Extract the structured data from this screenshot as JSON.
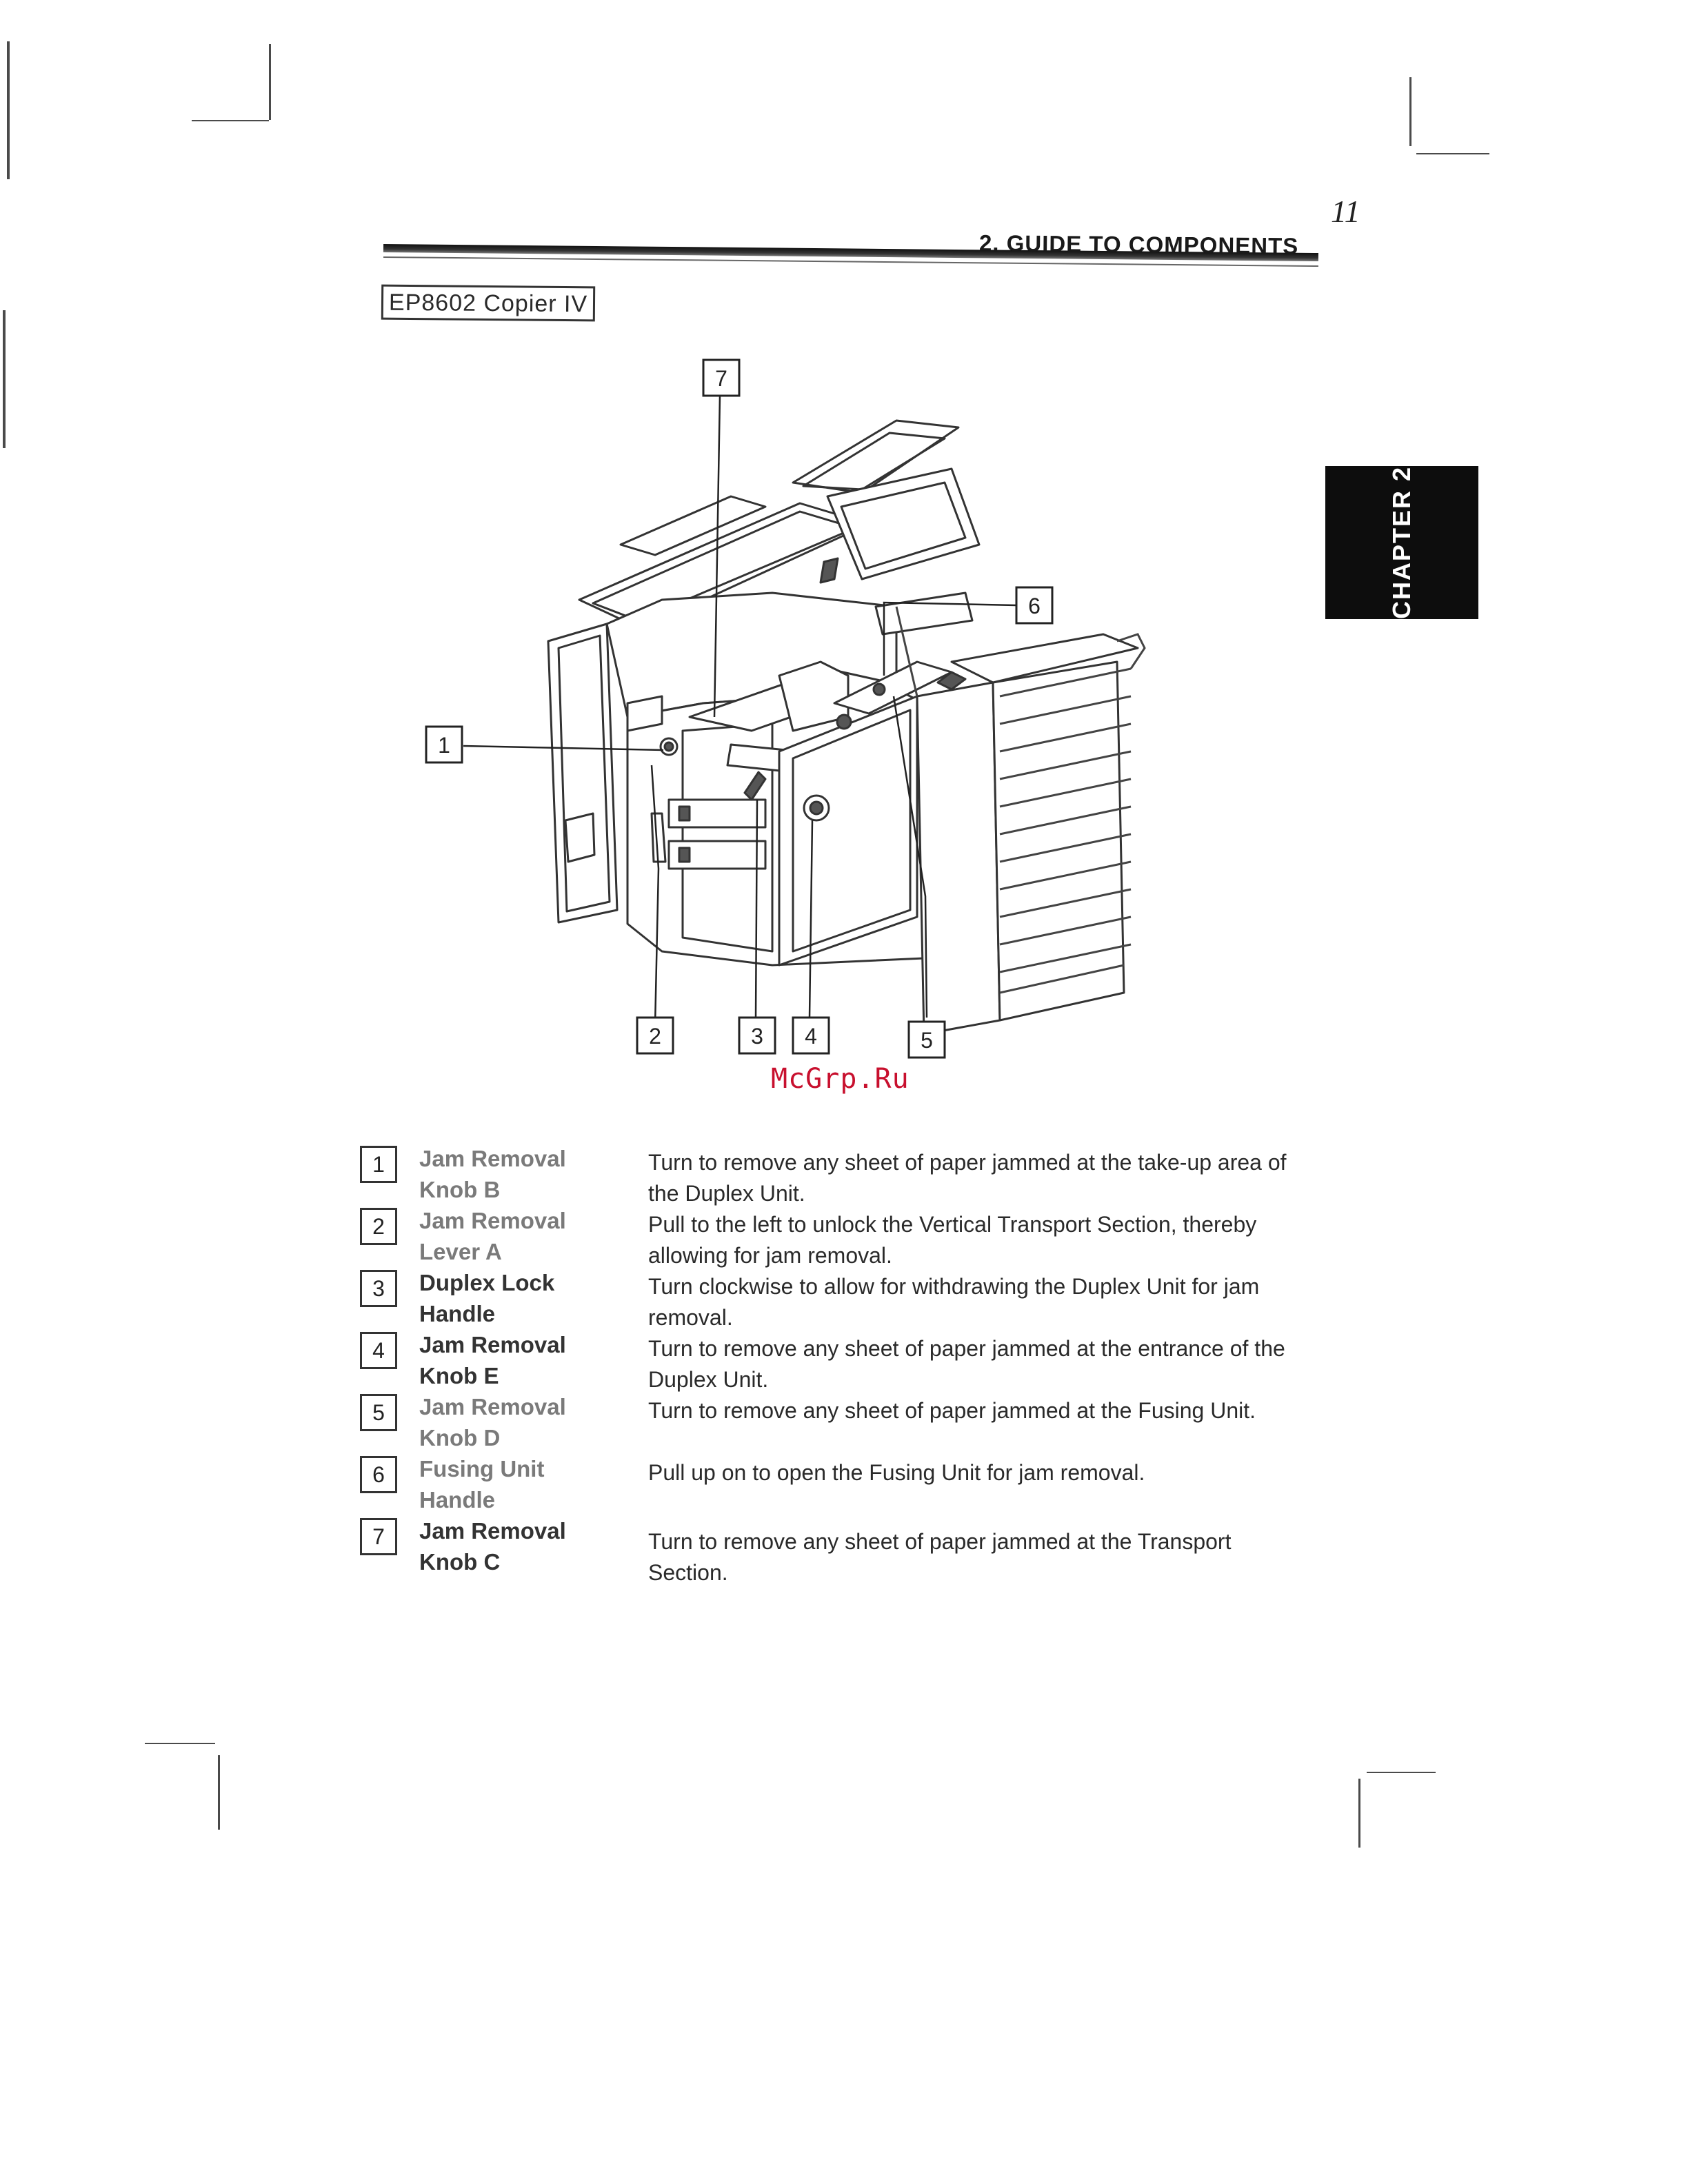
{
  "page": {
    "number": "11",
    "section_title": "2. GUIDE TO COMPONENTS",
    "model_label": "EP8602 Copier IV",
    "chapter_tab": "CHAPTER 2",
    "watermark": "McGrp.Ru"
  },
  "diagram": {
    "callouts": [
      {
        "num": "1"
      },
      {
        "num": "2"
      },
      {
        "num": "3"
      },
      {
        "num": "4"
      },
      {
        "num": "5"
      },
      {
        "num": "6"
      },
      {
        "num": "7"
      }
    ]
  },
  "legend": [
    {
      "num": "1",
      "name": "Jam Removal Knob B",
      "desc": "Turn to remove any sheet of paper jammed at the take-up area of the Duplex Unit."
    },
    {
      "num": "2",
      "name": "Jam Removal Lever A",
      "desc": "Pull to the left to unlock the Vertical Transport Section, thereby allowing for jam removal."
    },
    {
      "num": "3",
      "name": "Duplex Lock Handle",
      "desc": "Turn clockwise to allow for withdrawing the Duplex Unit for jam removal."
    },
    {
      "num": "4",
      "name": "Jam Removal Knob E",
      "desc": "Turn to remove any sheet of paper jammed at the entrance of the Duplex Unit."
    },
    {
      "num": "5",
      "name": "Jam Removal Knob D",
      "desc": "Turn to remove any sheet of paper jammed at the Fusing Unit."
    },
    {
      "num": "6",
      "name": "Fusing Unit Handle",
      "desc": "Pull up on to open the Fusing Unit for jam removal."
    },
    {
      "num": "7",
      "name": "Jam Removal Knob C",
      "desc": "Turn to remove any sheet of paper jammed at the Transport Section."
    }
  ]
}
